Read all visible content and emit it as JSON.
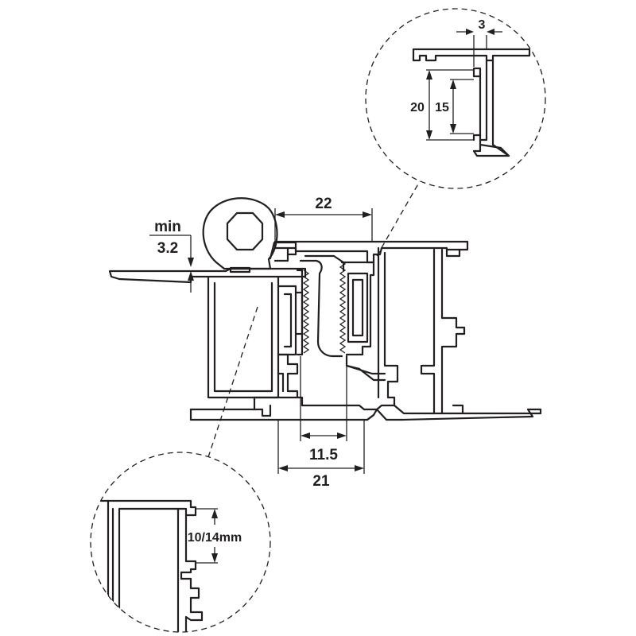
{
  "dimensions": {
    "gap_top": "22",
    "min_label": "min",
    "min_value": "3.2",
    "inner_gap": "11.5",
    "outer_gap": "21",
    "detail_top_width": "3",
    "detail_top_outer": "20",
    "detail_top_inner": "15",
    "detail_bottom": "10/14mm"
  },
  "colors": {
    "line": "#231f20",
    "background": "#ffffff"
  }
}
